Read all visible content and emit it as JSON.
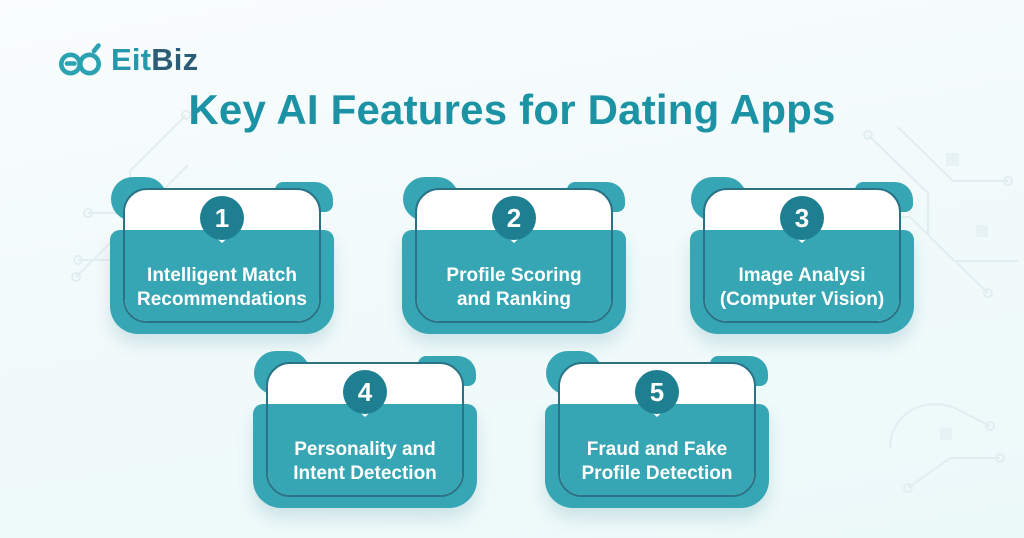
{
  "logo": {
    "glyph": "eb-infinity-logo",
    "name_primary": "Eit",
    "name_secondary": "Biz"
  },
  "title": "Key AI Features for Dating Apps",
  "cards": [
    {
      "number": "1",
      "label_line1": "Intelligent Match",
      "label_line2": "Recommendations"
    },
    {
      "number": "2",
      "label_line1": "Profile Scoring",
      "label_line2": "and Ranking"
    },
    {
      "number": "3",
      "label_line1": "Image Analysi",
      "label_line2": "(Computer Vision)"
    },
    {
      "number": "4",
      "label_line1": "Personality and",
      "label_line2": "Intent Detection"
    },
    {
      "number": "5",
      "label_line1": "Fraud and Fake",
      "label_line2": "Profile Detection"
    }
  ],
  "colors": {
    "title_teal": "#1b93a5",
    "band_teal": "#36a6b4",
    "badge_teal": "#1e7f90",
    "card_border": "#2a7386",
    "logo_teal": "#2599ab",
    "logo_dark": "#2d5d76",
    "background": "#f2fafb"
  }
}
